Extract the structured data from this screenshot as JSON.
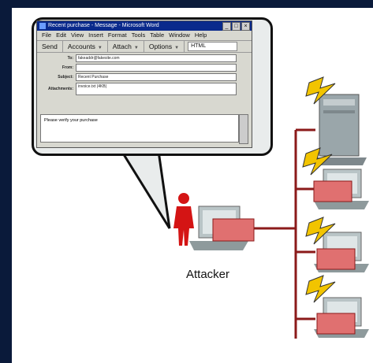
{
  "email_window": {
    "title": "Recent purchase - Message - Microsoft Word",
    "menu": [
      "File",
      "Edit",
      "View",
      "Insert",
      "Format",
      "Tools",
      "Table",
      "Window",
      "Help"
    ],
    "toolbar": {
      "send": "Send",
      "accounts": "Accounts",
      "attach": "Attach",
      "options": "Options",
      "format": "HTML"
    },
    "fields": {
      "to_label": "To:",
      "to_value": "fakeaddr@fakesite.com",
      "from_label": "From:",
      "from_value": "",
      "subject_label": "Subject:",
      "subject_value": "Recent Purchase",
      "attachments_label": "Attachments:",
      "attachments_value": "invoice.txt (4KB)"
    },
    "body_text": "Please verify your purchase"
  },
  "labels": {
    "attacker": "Attacker"
  },
  "colors": {
    "background": "#0a1a3a",
    "wire": "#8b1a1a",
    "envelope": "#e07070",
    "lightning": "#f2c400",
    "attacker": "#d41414"
  }
}
